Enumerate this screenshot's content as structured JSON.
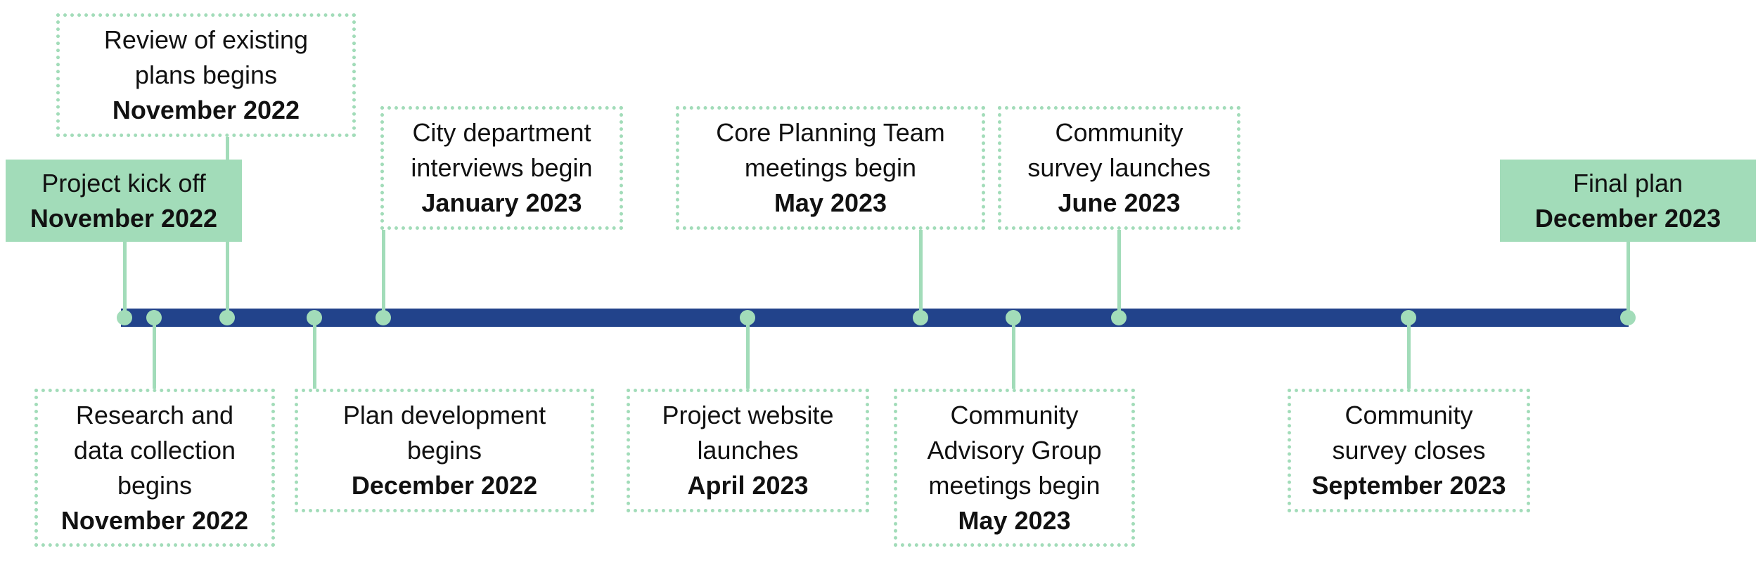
{
  "colors": {
    "timeline": "#22438b",
    "accent": "#a2dcb9",
    "text": "#111111"
  },
  "milestones": [
    {
      "id": "kickoff",
      "lines": [
        "Project kick off"
      ],
      "date": "November 2022",
      "style": "solid"
    },
    {
      "id": "research",
      "lines": [
        "Research and",
        "data collection",
        "begins"
      ],
      "date": "November 2022",
      "style": "dashed"
    },
    {
      "id": "review",
      "lines": [
        "Review of existing",
        "plans begins"
      ],
      "date": "November 2022",
      "style": "dashed"
    },
    {
      "id": "plan-dev",
      "lines": [
        "Plan development",
        "begins"
      ],
      "date": "December 2022",
      "style": "dashed"
    },
    {
      "id": "interviews",
      "lines": [
        "City department",
        "interviews begin"
      ],
      "date": "January 2023",
      "style": "dashed"
    },
    {
      "id": "website",
      "lines": [
        "Project website",
        "launches"
      ],
      "date": "April 2023",
      "style": "dashed"
    },
    {
      "id": "core-team",
      "lines": [
        "Core Planning Team",
        "meetings begin"
      ],
      "date": "May 2023",
      "style": "dashed"
    },
    {
      "id": "advisory",
      "lines": [
        "Community",
        "Advisory Group",
        "meetings begin"
      ],
      "date": "May 2023",
      "style": "dashed"
    },
    {
      "id": "survey-launch",
      "lines": [
        "Community",
        "survey launches"
      ],
      "date": "June 2023",
      "style": "dashed"
    },
    {
      "id": "survey-close",
      "lines": [
        "Community",
        "survey closes"
      ],
      "date": "September 2023",
      "style": "dashed"
    },
    {
      "id": "final",
      "lines": [
        "Final plan"
      ],
      "date": "December 2023",
      "style": "solid"
    }
  ]
}
